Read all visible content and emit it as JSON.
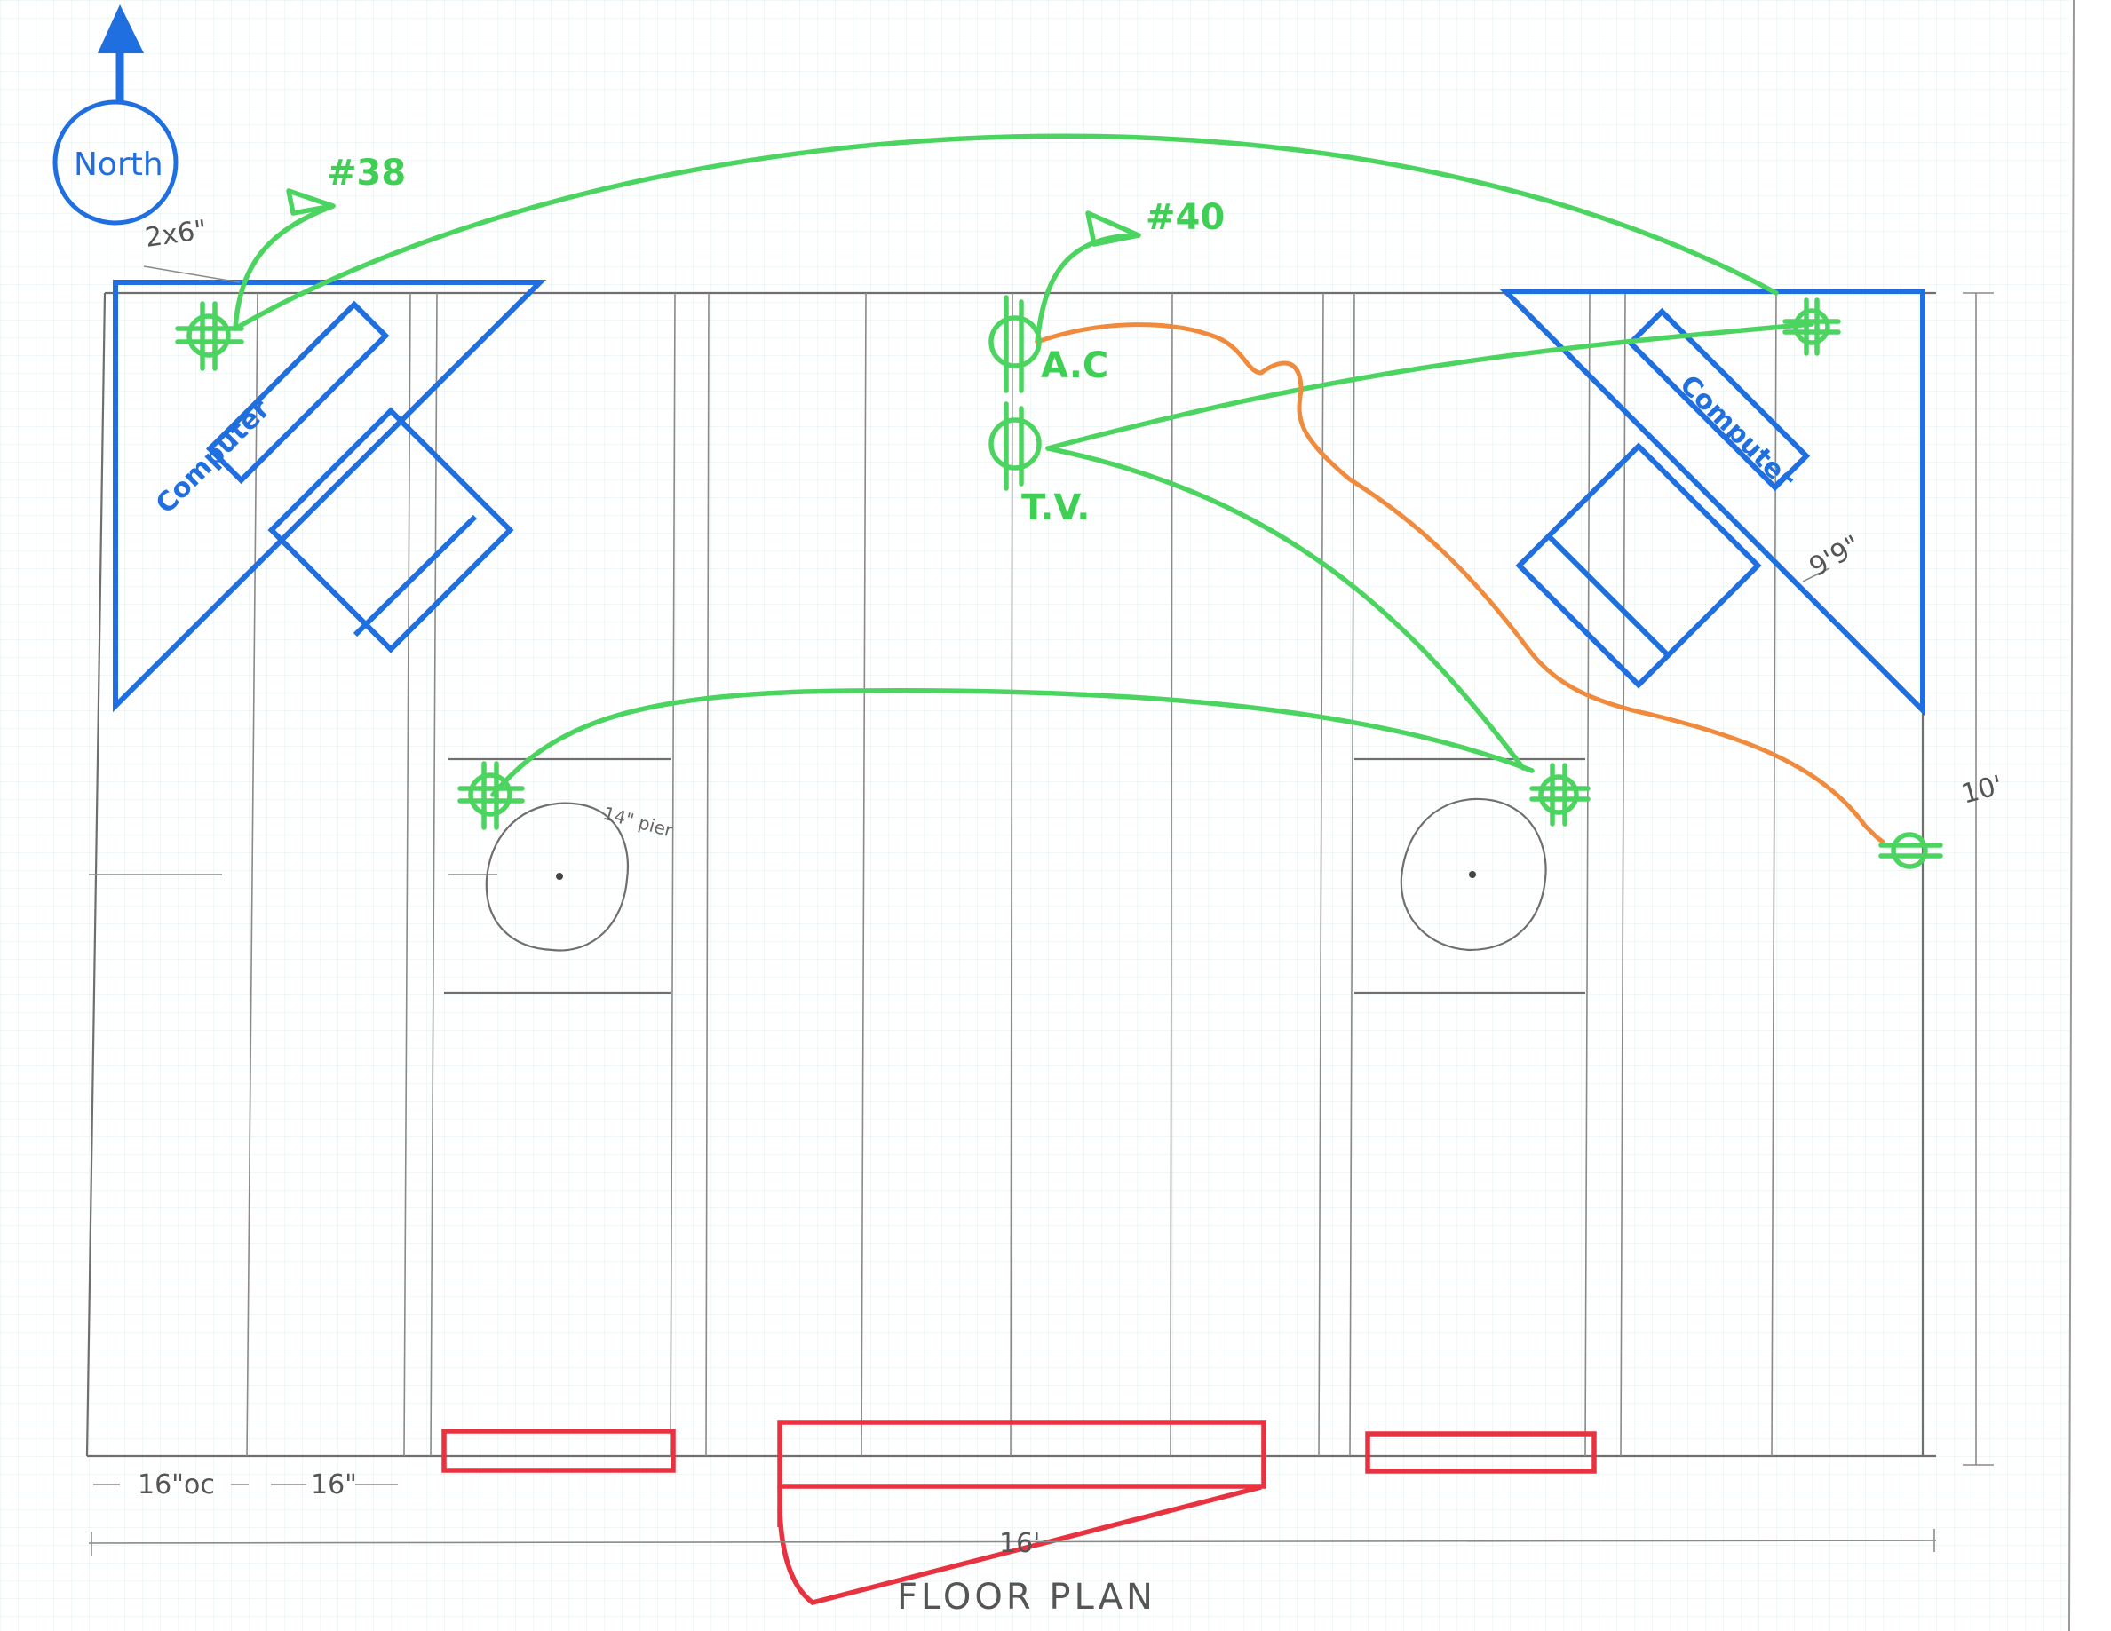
{
  "compass": {
    "label": "North",
    "color": "#1f6fe0"
  },
  "outlets": {
    "circuit_38": "#38",
    "circuit_40": "#40",
    "ac": "A.C",
    "tv": "T.V."
  },
  "furniture": {
    "computer_left": "Computer",
    "computer_right": "Computer"
  },
  "dimensions": {
    "stud_2x6": "2x6\"",
    "pier": "14\" pier",
    "diag_right": "9'9\"",
    "height": "10'",
    "spacing_oc": "16\"oc",
    "spacing_16": "16\"",
    "width": "16'"
  },
  "title": "FLOOR PLAN",
  "colors": {
    "outlet_wiring": "#4cd460",
    "ac_wiring": "#f08a3c",
    "furniture": "#1f6fe0",
    "openings": "#e8323f",
    "framing": "#6f6f6f"
  }
}
